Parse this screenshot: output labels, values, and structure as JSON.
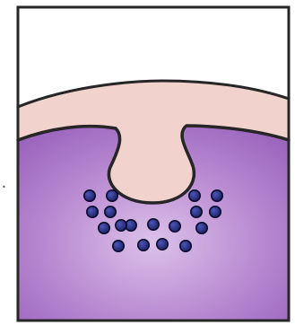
{
  "diagram": {
    "colors": {
      "background": "#ffffff",
      "frame_stroke": "#262626",
      "upper_layer_fill": "#f1d2cd",
      "tissue_center": "#dcc1ea",
      "tissue_mid": "#b98bd2",
      "tissue_edge": "#9b64be",
      "cell_fill": "#1d1f63",
      "cell_highlight": "#4b56b8",
      "cell_stroke": "#0b0b2a"
    },
    "shapes": [
      "outer-frame",
      "epithelium-layer",
      "invagination-pocket",
      "mesenchyme-tissue",
      "cell-cluster"
    ],
    "cell_count": 18,
    "small_mark": "•"
  }
}
